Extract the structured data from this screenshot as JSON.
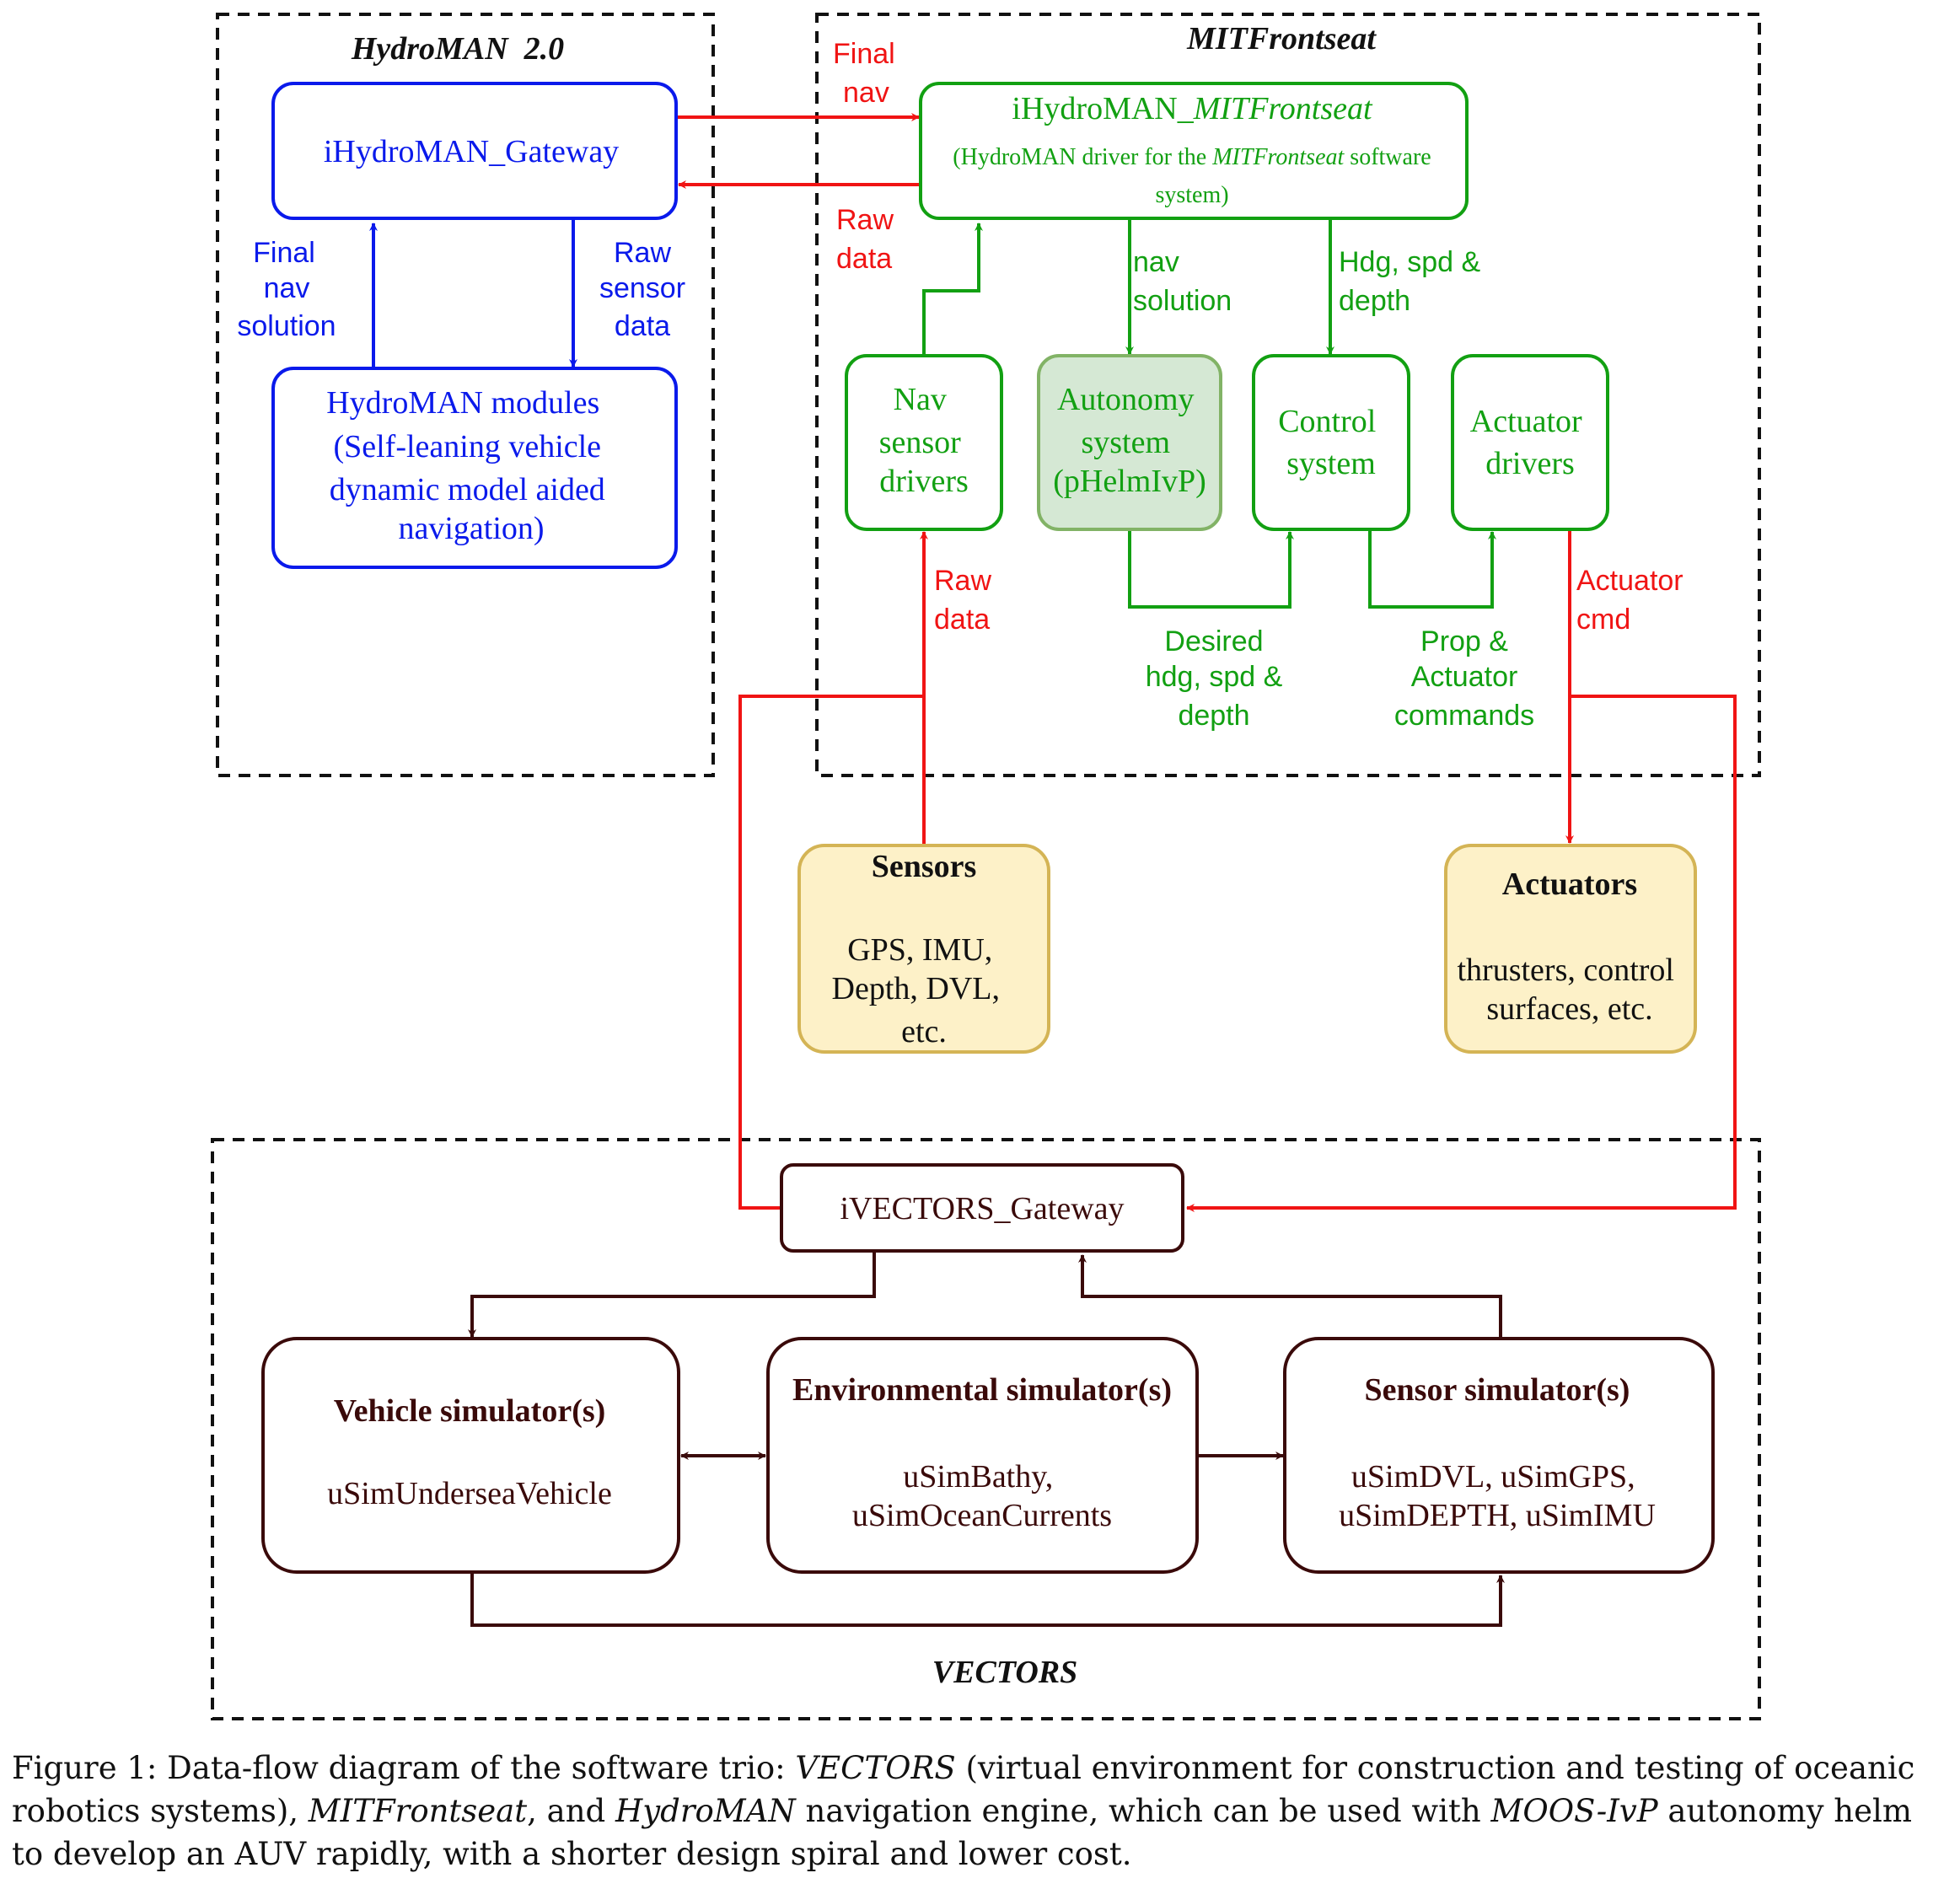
{
  "colors": {
    "hydroman": "#0a1aeb",
    "mit": "#12a012",
    "red": "#f01414",
    "dark": "#3a0a0a",
    "yellow_fill": "#fdf1c8",
    "yellow_stroke": "#d4b455",
    "green_fill": "#d5e8d4",
    "green_stroke": "#82b366"
  },
  "groups": {
    "hydroman": "HydroMAN  2.0",
    "mit": "MITFrontseat",
    "vectors": "VECTORS"
  },
  "nodes": {
    "ihydroman_gateway": "iHydroMAN_Gateway",
    "hydroman_modules": [
      "HydroMAN modules",
      "(Self-leaning vehicle",
      "dynamic model aided",
      "navigation)"
    ],
    "ihydroman_mit_prefix": "iHydroMAN_",
    "ihydroman_mit_italic": "MITFrontseat",
    "ihydroman_mit_desc_1a": "(HydroMAN driver for the ",
    "ihydroman_mit_desc_1b": "MITFrontseat",
    "ihydroman_mit_desc_1c": " software",
    "ihydroman_mit_desc_2": "system)",
    "nav_sensor": [
      "Nav",
      "sensor",
      "drivers"
    ],
    "autonomy": [
      "Autonomy",
      "system",
      "(pHelmIvP)"
    ],
    "control": [
      "Control",
      "system"
    ],
    "actuator_drivers": [
      "Actuator",
      "drivers"
    ],
    "sensors_title": "Sensors",
    "sensors_body": [
      "GPS, IMU,",
      "Depth, DVL,",
      "etc."
    ],
    "actuators_title": "Actuators",
    "actuators_body": [
      "thrusters, control",
      "surfaces, etc."
    ],
    "ivectors_gateway": "iVECTORS_Gateway",
    "vehicle_sim_title": "Vehicle simulator(s)",
    "vehicle_sim_body": "uSimUnderseaVehicle",
    "env_sim_title": "Environmental simulator(s)",
    "env_sim_body": [
      "uSimBathy,",
      "uSimOceanCurrents"
    ],
    "sensor_sim_title": "Sensor simulator(s)",
    "sensor_sim_body": [
      "uSimDVL, uSimGPS,",
      "uSimDEPTH, uSimIMU"
    ]
  },
  "edges": {
    "final_nav_top": [
      "Final",
      "nav"
    ],
    "raw_data_top": [
      "Raw",
      "data"
    ],
    "final_nav_solution": [
      "Final",
      "nav",
      "solution"
    ],
    "raw_sensor_data": [
      "Raw",
      "sensor",
      "data"
    ],
    "nav_solution": [
      "nav",
      "solution"
    ],
    "hdg_spd_depth": [
      "Hdg, spd &",
      "depth"
    ],
    "raw_data_mid": [
      "Raw",
      "data"
    ],
    "desired": [
      "Desired",
      "hdg, spd &",
      "depth"
    ],
    "prop_actuator": [
      "Prop &",
      "Actuator",
      "commands"
    ],
    "actuator_cmd": [
      "Actuator",
      "cmd"
    ]
  },
  "caption": {
    "l1_a": "Figure 1: Data-flow diagram of the software trio: ",
    "l1_b": "VECTORS",
    "l1_c": " (virtual environment for construction and testing of oceanic",
    "l2_a": "robotics systems), ",
    "l2_b": "MITFrontseat",
    "l2_c": ", and ",
    "l2_d": "HydroMAN",
    "l2_e": " navigation engine, which can be used with ",
    "l2_f": "MOOS-IvP",
    "l2_g": " autonomy helm",
    "l3": "to develop an AUV rapidly, with a shorter design spiral and lower cost."
  }
}
